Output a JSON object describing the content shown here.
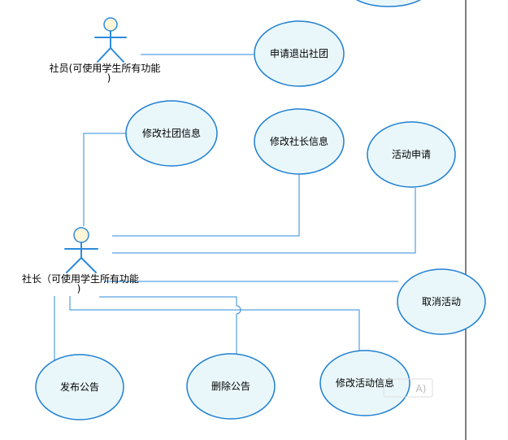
{
  "actors": [
    {
      "id": "member",
      "label_line1": "社员(可使用学生所有功能",
      "label_line2": ")"
    },
    {
      "id": "president",
      "label_line1": "社长（可使用学生所有功能",
      "label_line2": ")"
    }
  ],
  "use_cases": {
    "quit_club": "申请退出社团",
    "edit_club_info": "修改社团信息",
    "edit_president_info": "修改社长信息",
    "activity_request": "活动申请",
    "cancel_activity": "取消活动",
    "post_notice": "发布公告",
    "delete_notice": "删除公告",
    "edit_activity_info": "修改活动信息"
  },
  "overlay_hint": "A)",
  "colors": {
    "usecase_fill": "#e9f7fb",
    "usecase_stroke": "#1f7fd1",
    "line": "#2c8bdc",
    "actor_head": "#fff6d8",
    "boundary": "#000000"
  }
}
